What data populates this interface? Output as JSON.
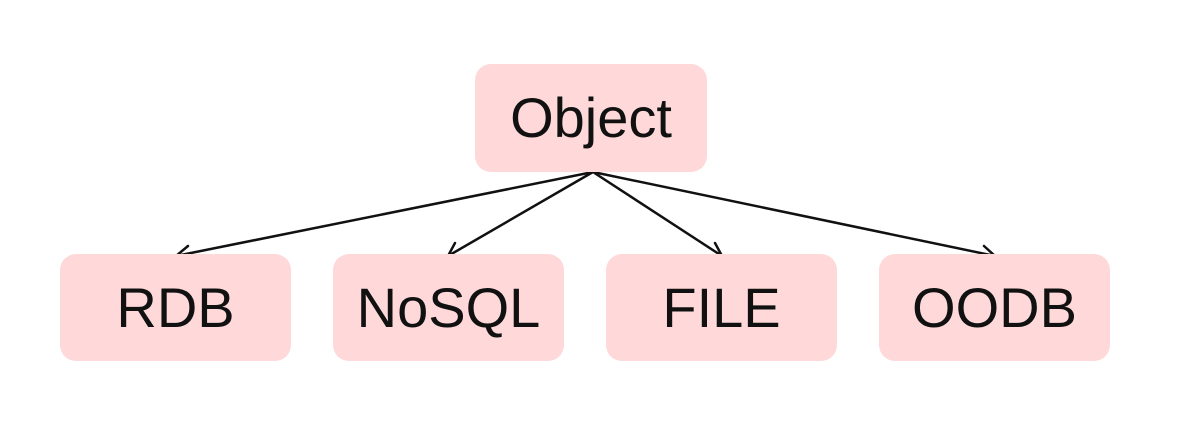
{
  "diagram": {
    "root": {
      "label": "Object"
    },
    "children": [
      {
        "label": "RDB"
      },
      {
        "label": "NoSQL"
      },
      {
        "label": "FILE"
      },
      {
        "label": "OODB"
      }
    ]
  },
  "colors": {
    "node_fill": "#ffd9d9",
    "text": "#111111",
    "edge": "#111111",
    "background": "#ffffff"
  },
  "edges": [
    {
      "from": "Object",
      "to": "RDB"
    },
    {
      "from": "Object",
      "to": "NoSQL"
    },
    {
      "from": "Object",
      "to": "FILE"
    },
    {
      "from": "Object",
      "to": "OODB"
    }
  ]
}
